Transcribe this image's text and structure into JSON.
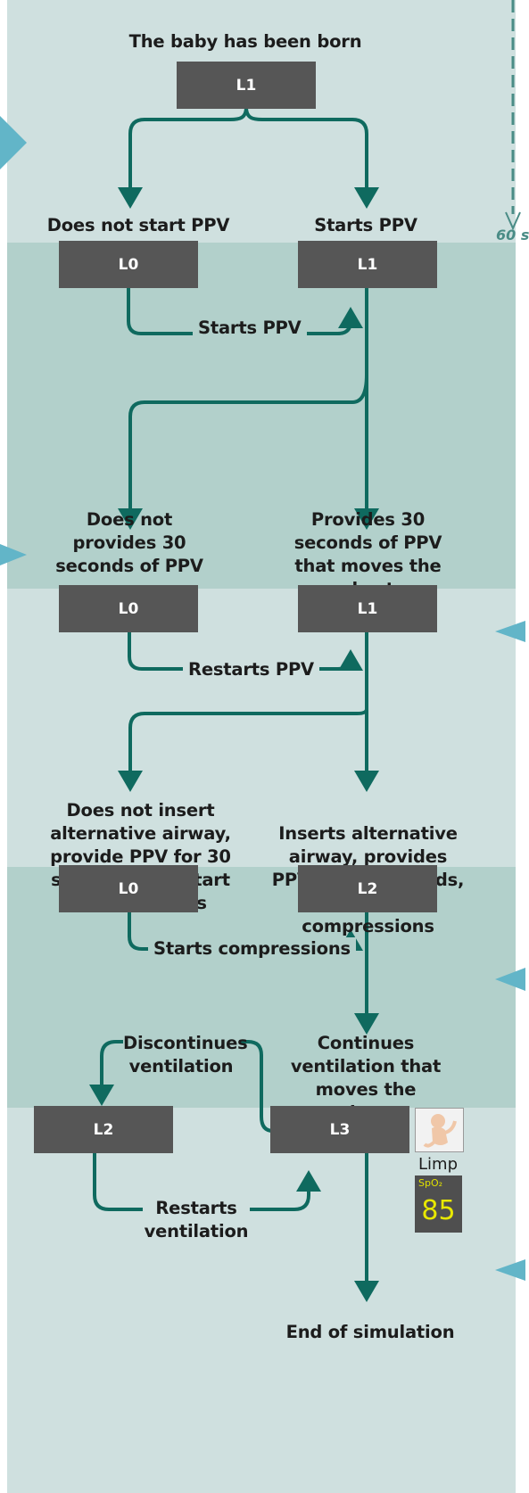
{
  "diagram": {
    "start_label": "The baby has been born",
    "levels": {
      "b1": "L1",
      "b2": "L0",
      "b3": "L1",
      "b4": "L0",
      "b5": "L1",
      "b6": "L0",
      "b7": "L2",
      "b8": "L2",
      "b9": "L3"
    },
    "branch1": {
      "left": "Does not start PPV",
      "right": "Starts PPV"
    },
    "edge_starts_ppv": "Starts PPV",
    "branch2": {
      "left": "Does not provides 30 seconds of PPV",
      "right": "Provides 30 seconds of PPV that moves the chest"
    },
    "edge_restarts_ppv": "Restarts PPV",
    "branch3": {
      "left": "Does not insert alternative airway, provide PPV for 30 seconds, and start compressions",
      "right": "Inserts alternative airway, provides PPV for 30 seconds, then starts compressions"
    },
    "edge_starts_compressions": "Starts compressions",
    "branch4": {
      "left": "Discontinues ventilation",
      "right": "Continues ventilation that moves the chest"
    },
    "edge_restarts_ventilation": "Restarts ventilation",
    "end_label": "End of simulation",
    "time_marker": "60 s",
    "baby_state": "Limp",
    "spo2_label": "SpO₂",
    "spo2_value": "85"
  },
  "colors": {
    "arrow": "#0f6a5f",
    "side_marker": "#62b5c8",
    "band_light": "#cfe0df",
    "band_mid": "#b2d0cb"
  }
}
